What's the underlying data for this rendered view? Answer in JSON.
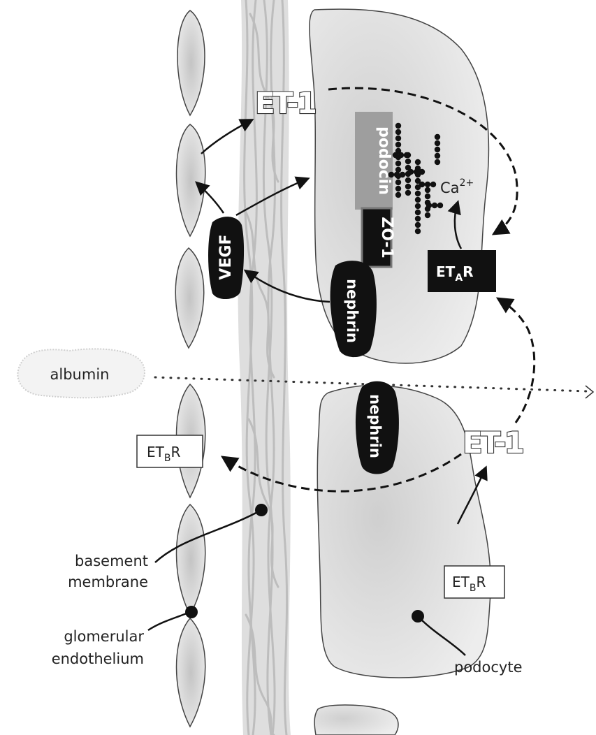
{
  "labels": {
    "et1_top": "ET-1",
    "et1_bottom": "ET-1",
    "podocin": "podocin",
    "zo1": "ZO-1",
    "vegf": "VEGF",
    "nephrin_top": "nephrin",
    "nephrin_bottom": "nephrin",
    "ca_base": "Ca",
    "ca_sup": "2+",
    "etar_prefix": "ET",
    "etar_sub": "A",
    "etar_suffix": "R",
    "etbr_prefix": "ET",
    "etbr_sub": "B",
    "etbr_suffix": "R",
    "albumin": "albumin",
    "basement_line1": "basement",
    "basement_line2": "membrane",
    "glomerular_line1": "glomerular",
    "glomerular_line2": "endothelium",
    "podocyte": "podocyte"
  },
  "colors": {
    "cell_fill": "#e4e4e4",
    "cell_stroke": "#444444",
    "membrane": "#c8c8c8",
    "black_box": "#111111",
    "podocin_box": "#9e9e9e"
  }
}
